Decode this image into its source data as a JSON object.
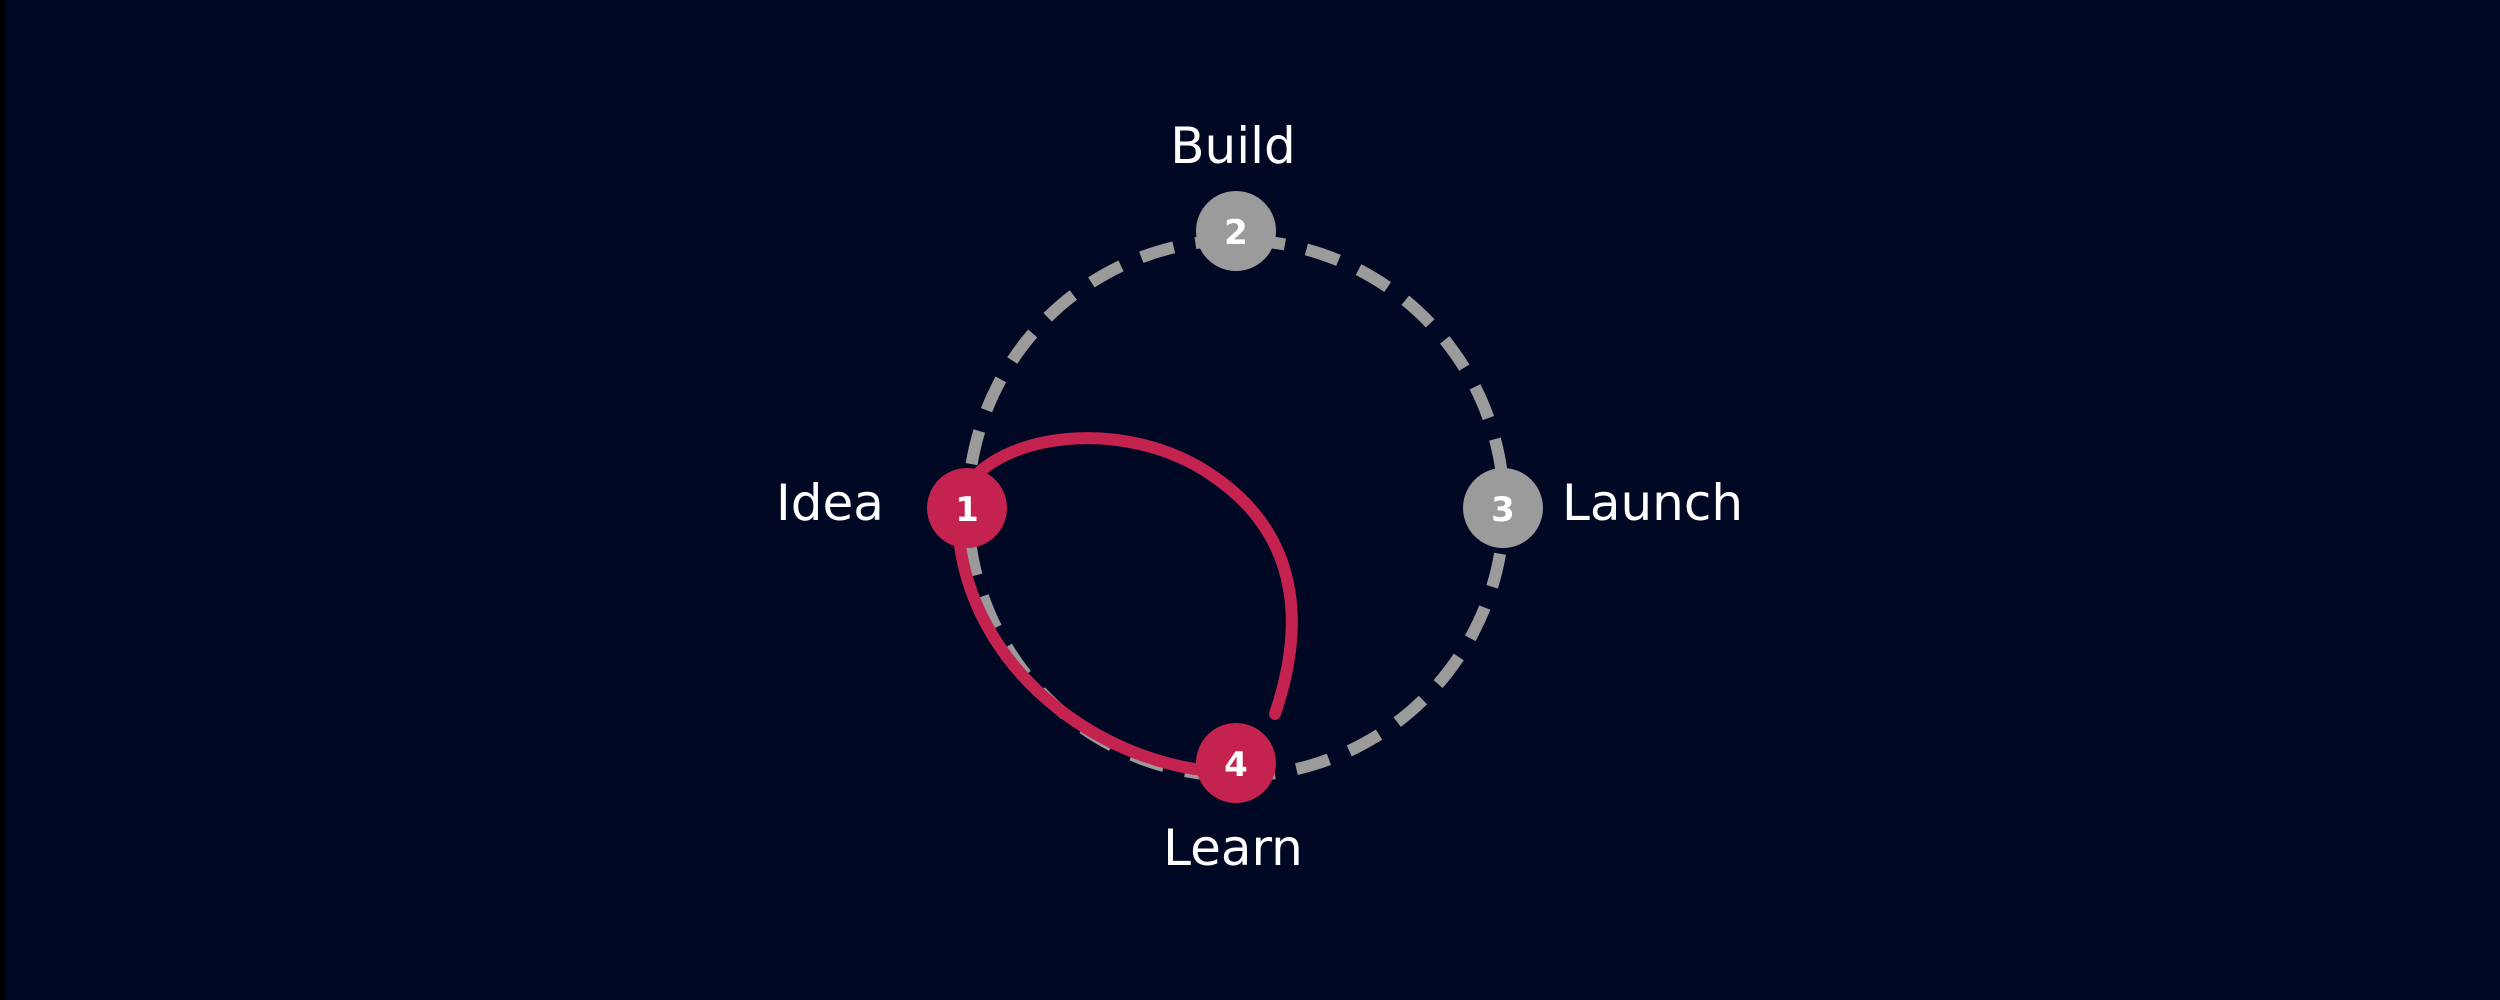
{
  "diagram": {
    "background": "#010824",
    "steps": [
      {
        "number": "1",
        "label": "Idea",
        "color": "#c4234f",
        "state": "active"
      },
      {
        "number": "2",
        "label": "Build",
        "color": "#9b9b9b",
        "state": "inactive"
      },
      {
        "number": "3",
        "label": "Launch",
        "color": "#9b9b9b",
        "state": "inactive"
      },
      {
        "number": "4",
        "label": "Learn",
        "color": "#c4234f",
        "state": "active"
      }
    ],
    "cycle_color": "#9b9b9b",
    "loop_color": "#c4234f"
  }
}
